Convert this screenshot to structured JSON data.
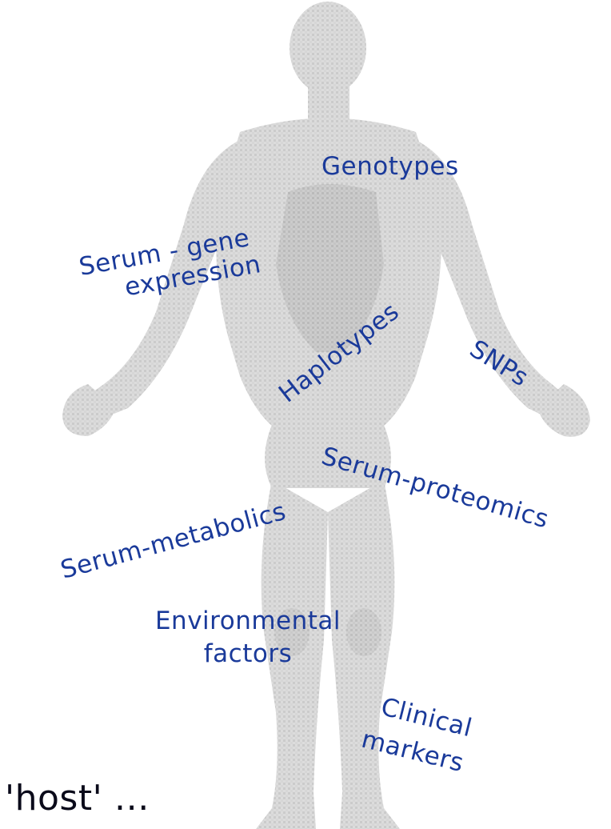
{
  "labels": {
    "genotypes": "Genotypes",
    "serum_gene_line1": "Serum - gene",
    "serum_gene_line2": "expression",
    "haplotypes": "Haplotypes",
    "snps": "SNPs",
    "serum_proteomics": "Serum-proteomics",
    "serum_metabolics": "Serum-metabolics",
    "environmental_line1": "Environmental",
    "environmental_line2": "factors",
    "clinical_line1": "Clinical",
    "clinical_line2": "markers"
  },
  "caption": "'host' …",
  "colors": {
    "label_text": "#1a3a9a",
    "figure_shade": "#c9c9c9",
    "figure_dark": "#a8a8a8",
    "caption_text": "#0a0a1a"
  },
  "icons": {
    "figure": "anatomical-human-figure-icon"
  }
}
